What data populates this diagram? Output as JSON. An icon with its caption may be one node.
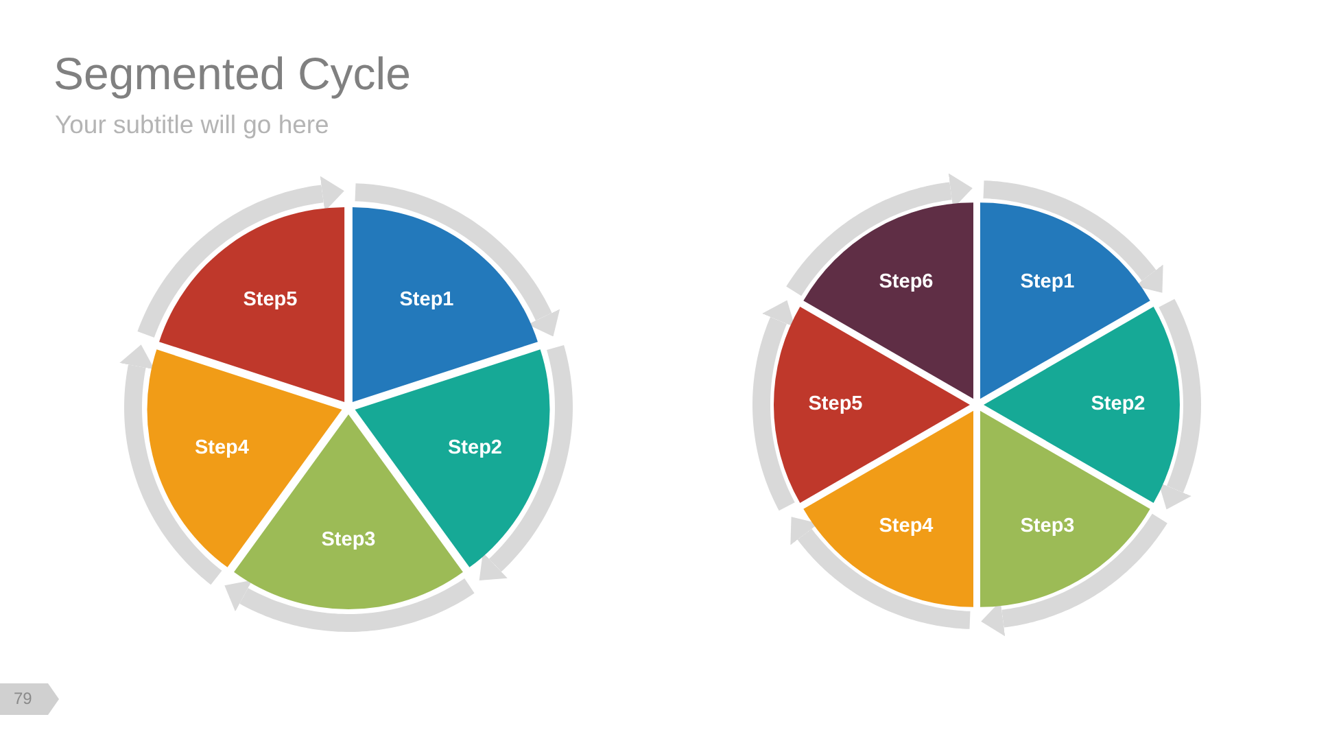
{
  "diagram": {
    "title": "Segmented Cycle",
    "nodes": [
      {
        "text": [
          "Step1"
        ]
      },
      {
        "text": [
          "Step2"
        ]
      },
      {
        "text": [
          "Step3"
        ]
      },
      {
        "text": [
          "Step4"
        ]
      },
      {
        "text": [
          "Step5"
        ]
      },
      {
        "text": [
          "Step1"
        ]
      },
      {
        "text": [
          "Step2"
        ]
      },
      {
        "text": [
          "Step3"
        ]
      },
      {
        "text": [
          "Step4"
        ]
      },
      {
        "text": [
          "Step5"
        ]
      },
      {
        "text": [
          "Step6"
        ]
      }
    ],
    "edges": [
      {
        "from": 0,
        "to": 1,
        "arrow": "to"
      },
      {
        "from": 1,
        "to": 2,
        "arrow": "to"
      },
      {
        "from": 2,
        "to": 3,
        "arrow": "to"
      },
      {
        "from": 3,
        "to": 4,
        "arrow": "to"
      },
      {
        "from": 4,
        "to": 0,
        "arrow": "to"
      },
      {
        "from": 5,
        "to": 6,
        "arrow": "to"
      },
      {
        "from": 6,
        "to": 7,
        "arrow": "to"
      },
      {
        "from": 7,
        "to": 8,
        "arrow": "to"
      },
      {
        "from": 8,
        "to": 9,
        "arrow": "to"
      },
      {
        "from": 9,
        "to": 10,
        "arrow": "to"
      },
      {
        "from": 10,
        "to": 5,
        "arrow": "to"
      }
    ],
    "labels": [
      "Your subtitle will go here",
      "79"
    ]
  }
}
